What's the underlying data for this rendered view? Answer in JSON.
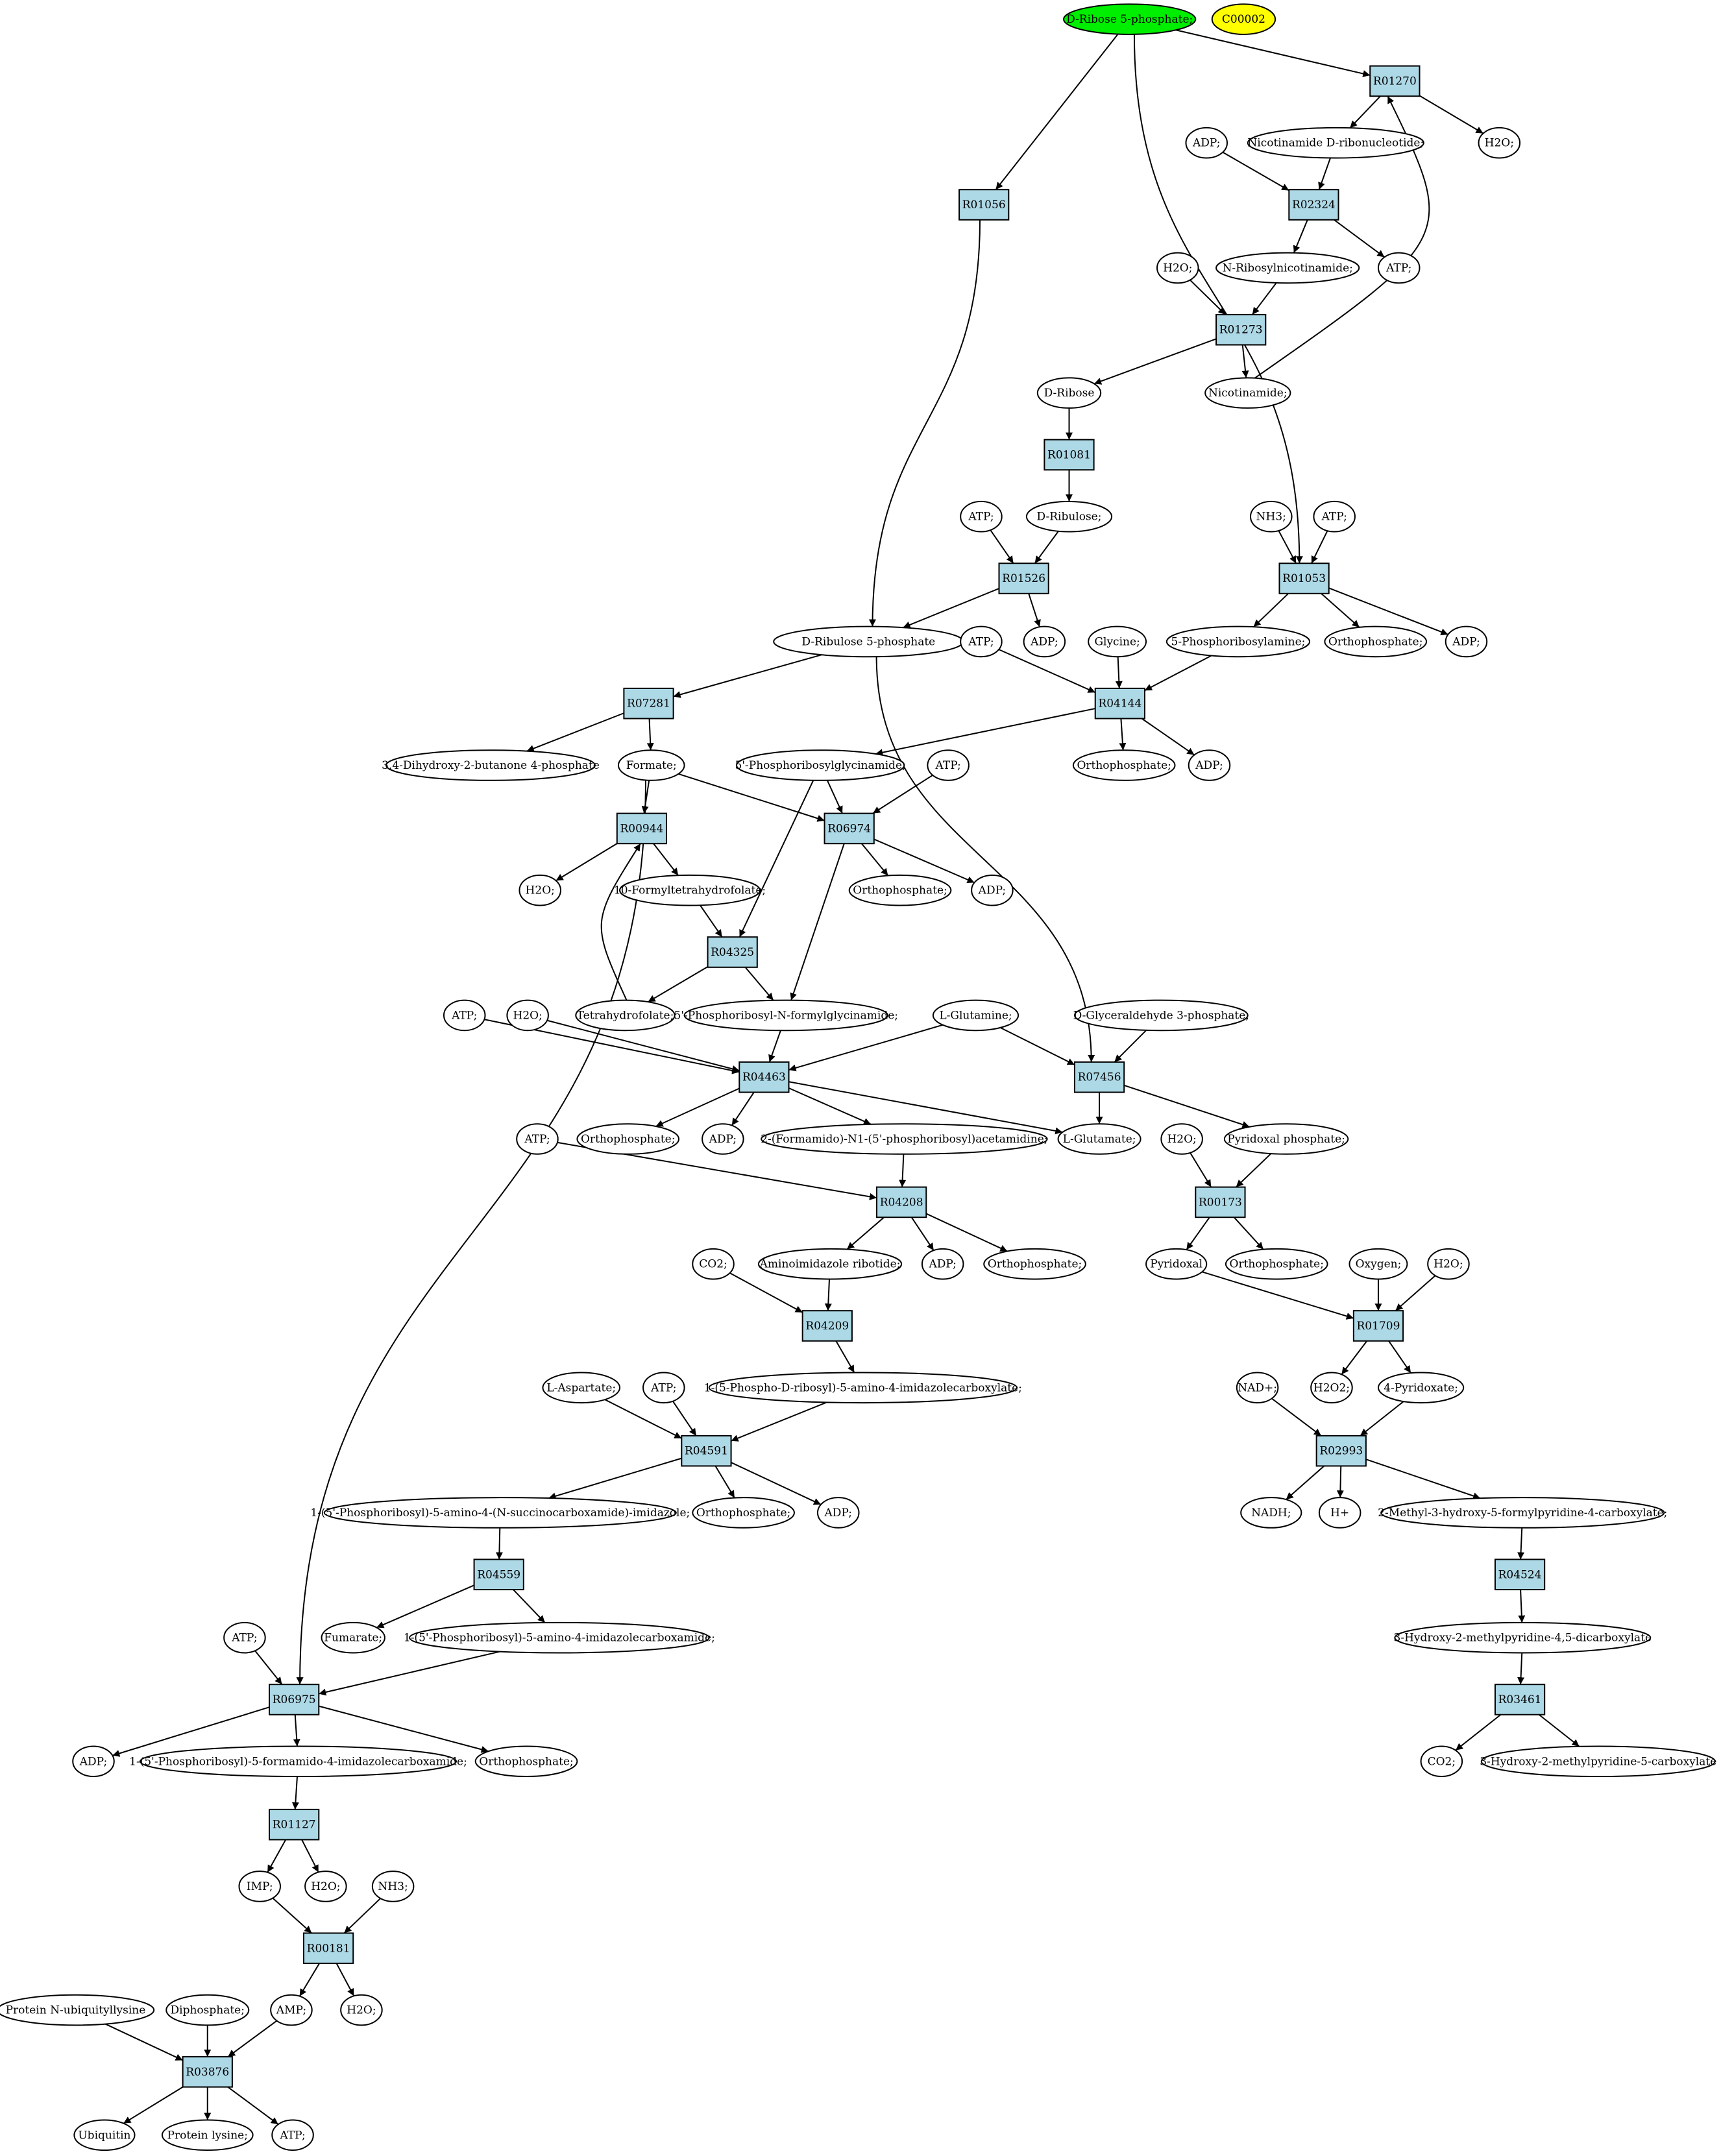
{
  "colors": {
    "source": "#00ee00",
    "compound": "#ffff00",
    "reaction": "#add8e6",
    "metabolite": "#ffffff"
  },
  "nodes": [
    {
      "id": "m_ribose5p",
      "label": "D-Ribose 5-phosphate;",
      "type": "metabolite",
      "fill": "#00ee00"
    },
    {
      "id": "m_c00002",
      "label": "C00002",
      "type": "metabolite",
      "fill": "#ffff00"
    },
    {
      "id": "r_R01270",
      "label": "R01270",
      "type": "reaction"
    },
    {
      "id": "m_adp_1",
      "label": "ADP;",
      "type": "metabolite"
    },
    {
      "id": "m_nmn",
      "label": "Nicotinamide D-ribonucleotide;",
      "type": "metabolite"
    },
    {
      "id": "m_h2o_1",
      "label": "H2O;",
      "type": "metabolite"
    },
    {
      "id": "r_R01056",
      "label": "R01056",
      "type": "reaction"
    },
    {
      "id": "r_R02324",
      "label": "R02324",
      "type": "reaction"
    },
    {
      "id": "m_h2o_2",
      "label": "H2O;",
      "type": "metabolite"
    },
    {
      "id": "m_nribnic",
      "label": "N-Ribosylnicotinamide;",
      "type": "metabolite"
    },
    {
      "id": "m_atp_1",
      "label": "ATP;",
      "type": "metabolite"
    },
    {
      "id": "r_R01273",
      "label": "R01273",
      "type": "reaction"
    },
    {
      "id": "m_dribose",
      "label": "D-Ribose",
      "type": "metabolite"
    },
    {
      "id": "m_nicotinamide",
      "label": "Nicotinamide;",
      "type": "metabolite"
    },
    {
      "id": "r_R01081",
      "label": "R01081",
      "type": "reaction"
    },
    {
      "id": "m_atp_2",
      "label": "ATP;",
      "type": "metabolite"
    },
    {
      "id": "m_dribulose",
      "label": "D-Ribulose;",
      "type": "metabolite"
    },
    {
      "id": "m_nh3_1",
      "label": "NH3;",
      "type": "metabolite"
    },
    {
      "id": "m_atp_3",
      "label": "ATP;",
      "type": "metabolite"
    },
    {
      "id": "r_R01526",
      "label": "R01526",
      "type": "reaction"
    },
    {
      "id": "r_R01053",
      "label": "R01053",
      "type": "reaction"
    },
    {
      "id": "m_ribulose5p",
      "label": "D-Ribulose 5-phosphate",
      "type": "metabolite"
    },
    {
      "id": "m_adp_2",
      "label": "ADP;",
      "type": "metabolite"
    },
    {
      "id": "m_atp_4",
      "label": "ATP;",
      "type": "metabolite"
    },
    {
      "id": "m_glycine",
      "label": "Glycine;",
      "type": "metabolite"
    },
    {
      "id": "m_5pra",
      "label": "5-Phosphoribosylamine;",
      "type": "metabolite"
    },
    {
      "id": "m_pi_1",
      "label": "Orthophosphate;",
      "type": "metabolite"
    },
    {
      "id": "m_adp_3",
      "label": "ADP;",
      "type": "metabolite"
    },
    {
      "id": "r_R07281",
      "label": "R07281",
      "type": "reaction"
    },
    {
      "id": "r_R04144",
      "label": "R04144",
      "type": "reaction"
    },
    {
      "id": "m_dhbp",
      "label": "3,4-Dihydroxy-2-butanone 4-phosphate",
      "type": "metabolite"
    },
    {
      "id": "m_formate",
      "label": "Formate;",
      "type": "metabolite"
    },
    {
      "id": "m_gar",
      "label": "5'-Phosphoribosylglycinamide;",
      "type": "metabolite"
    },
    {
      "id": "m_atp_5",
      "label": "ATP;",
      "type": "metabolite"
    },
    {
      "id": "m_pi_2",
      "label": "Orthophosphate;",
      "type": "metabolite"
    },
    {
      "id": "m_adp_4",
      "label": "ADP;",
      "type": "metabolite"
    },
    {
      "id": "r_R00944",
      "label": "R00944",
      "type": "reaction"
    },
    {
      "id": "r_R06974",
      "label": "R06974",
      "type": "reaction"
    },
    {
      "id": "m_h2o_3",
      "label": "H2O;",
      "type": "metabolite"
    },
    {
      "id": "m_10fthf",
      "label": "10-Formyltetrahydrofolate;",
      "type": "metabolite"
    },
    {
      "id": "m_pi_3",
      "label": "Orthophosphate;",
      "type": "metabolite"
    },
    {
      "id": "m_adp_5",
      "label": "ADP;",
      "type": "metabolite"
    },
    {
      "id": "r_R04325",
      "label": "R04325",
      "type": "reaction"
    },
    {
      "id": "m_atp_6",
      "label": "ATP;",
      "type": "metabolite"
    },
    {
      "id": "m_h2o_4",
      "label": "H2O;",
      "type": "metabolite"
    },
    {
      "id": "m_thf",
      "label": "Tetrahydrofolate;",
      "type": "metabolite"
    },
    {
      "id": "m_fgar",
      "label": "5'-Phosphoribosyl-N-formylglycinamide;",
      "type": "metabolite"
    },
    {
      "id": "m_lgln",
      "label": "L-Glutamine;",
      "type": "metabolite"
    },
    {
      "id": "m_g3p",
      "label": "D-Glyceraldehyde 3-phosphate;",
      "type": "metabolite"
    },
    {
      "id": "r_R04463",
      "label": "R04463",
      "type": "reaction"
    },
    {
      "id": "r_R07456",
      "label": "R07456",
      "type": "reaction"
    },
    {
      "id": "m_pi_4",
      "label": "Orthophosphate;",
      "type": "metabolite"
    },
    {
      "id": "m_adp_6",
      "label": "ADP;",
      "type": "metabolite"
    },
    {
      "id": "m_fgam",
      "label": "2-(Formamido)-N1-(5'-phosphoribosyl)acetamidine;",
      "type": "metabolite"
    },
    {
      "id": "m_lglu",
      "label": "L-Glutamate;",
      "type": "metabolite"
    },
    {
      "id": "m_h2o_5",
      "label": "H2O;",
      "type": "metabolite"
    },
    {
      "id": "m_plp",
      "label": "Pyridoxal phosphate;",
      "type": "metabolite"
    },
    {
      "id": "m_atp_7",
      "label": "ATP;",
      "type": "metabolite"
    },
    {
      "id": "r_R04208",
      "label": "R04208",
      "type": "reaction"
    },
    {
      "id": "r_R00173",
      "label": "R00173",
      "type": "reaction"
    },
    {
      "id": "m_co2_1",
      "label": "CO2;",
      "type": "metabolite"
    },
    {
      "id": "m_air",
      "label": "Aminoimidazole ribotide;",
      "type": "metabolite"
    },
    {
      "id": "m_adp_7",
      "label": "ADP;",
      "type": "metabolite"
    },
    {
      "id": "m_pi_5",
      "label": "Orthophosphate;",
      "type": "metabolite"
    },
    {
      "id": "m_pyridoxal",
      "label": "Pyridoxal",
      "type": "metabolite"
    },
    {
      "id": "m_pi_6",
      "label": "Orthophosphate;",
      "type": "metabolite"
    },
    {
      "id": "m_oxygen",
      "label": "Oxygen;",
      "type": "metabolite"
    },
    {
      "id": "m_h2o_6",
      "label": "H2O;",
      "type": "metabolite"
    },
    {
      "id": "r_R04209",
      "label": "R04209",
      "type": "reaction"
    },
    {
      "id": "r_R01709",
      "label": "R01709",
      "type": "reaction"
    },
    {
      "id": "m_laspartate",
      "label": "L-Aspartate;",
      "type": "metabolite"
    },
    {
      "id": "m_atp_8",
      "label": "ATP;",
      "type": "metabolite"
    },
    {
      "id": "m_cair",
      "label": "1-(5-Phospho-D-ribosyl)-5-amino-4-imidazolecarboxylate;",
      "type": "metabolite"
    },
    {
      "id": "m_nadp",
      "label": "NAD+;",
      "type": "metabolite"
    },
    {
      "id": "m_h2o2",
      "label": "H2O2;",
      "type": "metabolite"
    },
    {
      "id": "m_4pyridoxate",
      "label": "4-Pyridoxate;",
      "type": "metabolite"
    },
    {
      "id": "r_R04591",
      "label": "R04591",
      "type": "reaction"
    },
    {
      "id": "r_R02993",
      "label": "R02993",
      "type": "reaction"
    },
    {
      "id": "m_saicar",
      "label": "1-(5'-Phosphoribosyl)-5-amino-4-(N-succinocarboxamide)-imidazole;",
      "type": "metabolite"
    },
    {
      "id": "m_pi_7",
      "label": "Orthophosphate;",
      "type": "metabolite"
    },
    {
      "id": "m_adp_8",
      "label": "ADP;",
      "type": "metabolite"
    },
    {
      "id": "m_nadh",
      "label": "NADH;",
      "type": "metabolite"
    },
    {
      "id": "m_hplus",
      "label": "H+",
      "type": "metabolite"
    },
    {
      "id": "m_mhfpc",
      "label": "2-Methyl-3-hydroxy-5-formylpyridine-4-carboxylate;",
      "type": "metabolite"
    },
    {
      "id": "r_R04559",
      "label": "R04559",
      "type": "reaction"
    },
    {
      "id": "r_R04524",
      "label": "R04524",
      "type": "reaction"
    },
    {
      "id": "m_atp_9",
      "label": "ATP;",
      "type": "metabolite"
    },
    {
      "id": "m_fumarate",
      "label": "Fumarate;",
      "type": "metabolite"
    },
    {
      "id": "m_aicar",
      "label": "1-(5'-Phosphoribosyl)-5-amino-4-imidazolecarboxamide;",
      "type": "metabolite"
    },
    {
      "id": "m_hmpdc",
      "label": "3-Hydroxy-2-methylpyridine-4,5-dicarboxylate",
      "type": "metabolite"
    },
    {
      "id": "r_R06975",
      "label": "R06975",
      "type": "reaction"
    },
    {
      "id": "r_R03461",
      "label": "R03461",
      "type": "reaction"
    },
    {
      "id": "m_adp_9",
      "label": "ADP;",
      "type": "metabolite"
    },
    {
      "id": "m_faicar",
      "label": "1-(5'-Phosphoribosyl)-5-formamido-4-imidazolecarboxamide;",
      "type": "metabolite"
    },
    {
      "id": "m_pi_8",
      "label": "Orthophosphate;",
      "type": "metabolite"
    },
    {
      "id": "m_co2_2",
      "label": "CO2;",
      "type": "metabolite"
    },
    {
      "id": "m_hmpc",
      "label": "3-Hydroxy-2-methylpyridine-5-carboxylate",
      "type": "metabolite"
    },
    {
      "id": "r_R01127",
      "label": "R01127",
      "type": "reaction"
    },
    {
      "id": "m_imp",
      "label": "IMP;",
      "type": "metabolite"
    },
    {
      "id": "m_h2o_7",
      "label": "H2O;",
      "type": "metabolite"
    },
    {
      "id": "m_nh3_2",
      "label": "NH3;",
      "type": "metabolite"
    },
    {
      "id": "r_R00181",
      "label": "R00181",
      "type": "reaction"
    },
    {
      "id": "m_protubiq",
      "label": "Protein N-ubiquityllysine",
      "type": "metabolite"
    },
    {
      "id": "m_ppi",
      "label": "Diphosphate;",
      "type": "metabolite"
    },
    {
      "id": "m_amp",
      "label": "AMP;",
      "type": "metabolite"
    },
    {
      "id": "m_h2o_8",
      "label": "H2O;",
      "type": "metabolite"
    },
    {
      "id": "r_R03876",
      "label": "R03876",
      "type": "reaction"
    },
    {
      "id": "m_ubiquitin",
      "label": "Ubiquitin",
      "type": "metabolite"
    },
    {
      "id": "m_protlys",
      "label": "Protein lysine;",
      "type": "metabolite"
    },
    {
      "id": "m_atp_10",
      "label": "ATP;",
      "type": "metabolite"
    }
  ],
  "edges": [
    [
      "m_ribose5p",
      "r_R01270"
    ],
    [
      "m_ribose5p",
      "r_R01056"
    ],
    [
      "m_ribose5p",
      "r_R01053"
    ],
    [
      "m_nicotinamide",
      "r_R01270"
    ],
    [
      "r_R01270",
      "m_nmn"
    ],
    [
      "r_R01270",
      "m_h2o_1"
    ],
    [
      "m_adp_1",
      "r_R02324"
    ],
    [
      "m_nmn",
      "r_R02324"
    ],
    [
      "r_R02324",
      "m_nribnic"
    ],
    [
      "r_R02324",
      "m_atp_1"
    ],
    [
      "m_h2o_2",
      "r_R01273"
    ],
    [
      "m_nribnic",
      "r_R01273"
    ],
    [
      "r_R01273",
      "m_dribose"
    ],
    [
      "r_R01273",
      "m_nicotinamide"
    ],
    [
      "m_dribose",
      "r_R01081"
    ],
    [
      "r_R01081",
      "m_dribulose"
    ],
    [
      "m_atp_2",
      "r_R01526"
    ],
    [
      "m_dribulose",
      "r_R01526"
    ],
    [
      "r_R01526",
      "m_ribulose5p"
    ],
    [
      "r_R01526",
      "m_adp_2"
    ],
    [
      "r_R01056",
      "m_ribulose5p"
    ],
    [
      "m_nh3_1",
      "r_R01053"
    ],
    [
      "m_atp_3",
      "r_R01053"
    ],
    [
      "r_R01053",
      "m_5pra"
    ],
    [
      "r_R01053",
      "m_pi_1"
    ],
    [
      "r_R01053",
      "m_adp_3"
    ],
    [
      "m_ribulose5p",
      "r_R07281"
    ],
    [
      "m_ribulose5p",
      "r_R07456"
    ],
    [
      "m_atp_4",
      "r_R04144"
    ],
    [
      "m_glycine",
      "r_R04144"
    ],
    [
      "m_5pra",
      "r_R04144"
    ],
    [
      "r_R04144",
      "m_gar"
    ],
    [
      "r_R04144",
      "m_pi_2"
    ],
    [
      "r_R04144",
      "m_adp_4"
    ],
    [
      "r_R07281",
      "m_dhbp"
    ],
    [
      "r_R07281",
      "m_formate"
    ],
    [
      "m_formate",
      "r_R00944"
    ],
    [
      "m_formate",
      "r_R06974"
    ],
    [
      "m_formate",
      "r_R06975"
    ],
    [
      "m_gar",
      "r_R06974"
    ],
    [
      "m_atp_5",
      "r_R06974"
    ],
    [
      "m_gar",
      "r_R04325"
    ],
    [
      "m_thf",
      "r_R00944"
    ],
    [
      "r_R00944",
      "m_h2o_3"
    ],
    [
      "r_R00944",
      "m_10fthf"
    ],
    [
      "r_R06974",
      "m_pi_3"
    ],
    [
      "r_R06974",
      "m_adp_5"
    ],
    [
      "r_R06974",
      "m_fgar"
    ],
    [
      "m_10fthf",
      "r_R04325"
    ],
    [
      "r_R04325",
      "m_thf"
    ],
    [
      "r_R04325",
      "m_fgar"
    ],
    [
      "m_atp_6",
      "r_R04463"
    ],
    [
      "m_h2o_4",
      "r_R04463"
    ],
    [
      "m_fgar",
      "r_R04463"
    ],
    [
      "m_lgln",
      "r_R04463"
    ],
    [
      "m_lgln",
      "r_R07456"
    ],
    [
      "m_g3p",
      "r_R07456"
    ],
    [
      "r_R04463",
      "m_pi_4"
    ],
    [
      "r_R04463",
      "m_adp_6"
    ],
    [
      "r_R04463",
      "m_fgam"
    ],
    [
      "r_R04463",
      "m_lglu"
    ],
    [
      "r_R07456",
      "m_lglu"
    ],
    [
      "r_R07456",
      "m_plp"
    ],
    [
      "m_atp_7",
      "r_R04208"
    ],
    [
      "m_fgam",
      "r_R04208"
    ],
    [
      "r_R04208",
      "m_air"
    ],
    [
      "r_R04208",
      "m_adp_7"
    ],
    [
      "r_R04208",
      "m_pi_5"
    ],
    [
      "m_h2o_5",
      "r_R00173"
    ],
    [
      "m_plp",
      "r_R00173"
    ],
    [
      "r_R00173",
      "m_pyridoxal"
    ],
    [
      "r_R00173",
      "m_pi_6"
    ],
    [
      "m_co2_1",
      "r_R04209"
    ],
    [
      "m_air",
      "r_R04209"
    ],
    [
      "r_R04209",
      "m_cair"
    ],
    [
      "m_pyridoxal",
      "r_R01709"
    ],
    [
      "m_oxygen",
      "r_R01709"
    ],
    [
      "m_h2o_6",
      "r_R01709"
    ],
    [
      "r_R01709",
      "m_h2o2"
    ],
    [
      "r_R01709",
      "m_4pyridoxate"
    ],
    [
      "m_laspartate",
      "r_R04591"
    ],
    [
      "m_atp_8",
      "r_R04591"
    ],
    [
      "m_cair",
      "r_R04591"
    ],
    [
      "r_R04591",
      "m_saicar"
    ],
    [
      "r_R04591",
      "m_pi_7"
    ],
    [
      "r_R04591",
      "m_adp_8"
    ],
    [
      "m_nadp",
      "r_R02993"
    ],
    [
      "m_4pyridoxate",
      "r_R02993"
    ],
    [
      "r_R02993",
      "m_nadh"
    ],
    [
      "r_R02993",
      "m_hplus"
    ],
    [
      "r_R02993",
      "m_mhfpc"
    ],
    [
      "m_saicar",
      "r_R04559"
    ],
    [
      "r_R04559",
      "m_fumarate"
    ],
    [
      "r_R04559",
      "m_aicar"
    ],
    [
      "m_mhfpc",
      "r_R04524"
    ],
    [
      "r_R04524",
      "m_hmpdc"
    ],
    [
      "m_atp_9",
      "r_R06975"
    ],
    [
      "m_aicar",
      "r_R06975"
    ],
    [
      "r_R06975",
      "m_adp_9"
    ],
    [
      "r_R06975",
      "m_faicar"
    ],
    [
      "r_R06975",
      "m_pi_8"
    ],
    [
      "m_hmpdc",
      "r_R03461"
    ],
    [
      "r_R03461",
      "m_co2_2"
    ],
    [
      "r_R03461",
      "m_hmpc"
    ],
    [
      "m_faicar",
      "r_R01127"
    ],
    [
      "r_R01127",
      "m_imp"
    ],
    [
      "r_R01127",
      "m_h2o_7"
    ],
    [
      "m_imp",
      "r_R00181"
    ],
    [
      "m_nh3_2",
      "r_R00181"
    ],
    [
      "r_R00181",
      "m_amp"
    ],
    [
      "r_R00181",
      "m_h2o_8"
    ],
    [
      "m_protubiq",
      "r_R03876"
    ],
    [
      "m_ppi",
      "r_R03876"
    ],
    [
      "m_amp",
      "r_R03876"
    ],
    [
      "r_R03876",
      "m_ubiquitin"
    ],
    [
      "r_R03876",
      "m_protlys"
    ],
    [
      "r_R03876",
      "m_atp_10"
    ]
  ]
}
